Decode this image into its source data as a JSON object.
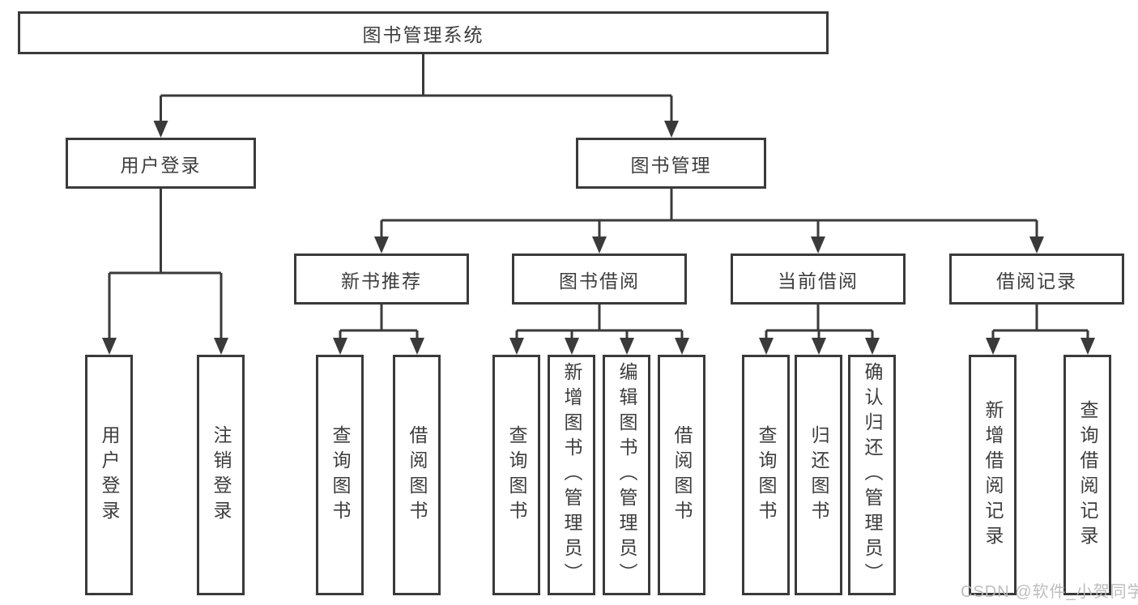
{
  "diagram": {
    "root": {
      "label": "图书管理系统"
    },
    "level2": {
      "user_login": {
        "label": "用户登录"
      },
      "book_management": {
        "label": "图书管理"
      }
    },
    "level3": {
      "new_book_rec": {
        "label": "新书推荐"
      },
      "book_borrow": {
        "label": "图书借阅"
      },
      "current_borrow": {
        "label": "当前借阅"
      },
      "borrow_records": {
        "label": "借阅记录"
      }
    },
    "leaves": {
      "user_login": [
        "用户登录",
        "注销登录"
      ],
      "new_book_rec": [
        "查询图书",
        "借阅图书"
      ],
      "book_borrow": [
        "查询图书",
        "新增图书（管理员）",
        "编辑图书（管理员）",
        "借阅图书"
      ],
      "current_borrow": [
        "查询图书",
        "归还图书",
        "确认归还（管理员）"
      ],
      "borrow_records": [
        "新增借阅记录",
        "查询借阅记录"
      ]
    },
    "line_color": "#3a3a3a",
    "text_color": "#3d3d3d",
    "background_color": "#ffffff"
  },
  "watermark": {
    "text": "CSDN @软件_小贺同学",
    "color": "#b9b9b9"
  }
}
